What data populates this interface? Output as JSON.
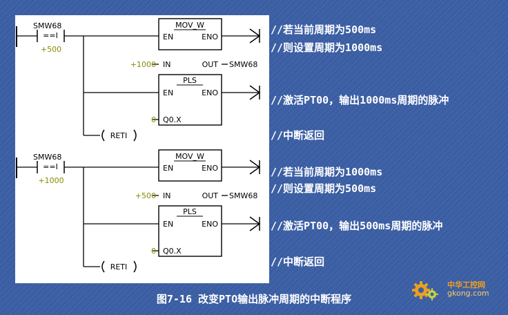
{
  "rungs": [
    {
      "contact_addr": "SMW68",
      "contact_op": "==I",
      "contact_const": "+500",
      "box1": {
        "title": "MOV_W",
        "en": "EN",
        "eno": "ENO",
        "in_label": "IN",
        "in_value": "+1000",
        "out_label": "OUT",
        "out_value": "SMW68"
      },
      "box2": {
        "title": "PLS",
        "en": "EN",
        "eno": "ENO",
        "q_label": "Q0.X",
        "q_value": "0"
      },
      "reti": "RETI",
      "comments": [
        "//若当前周期为500ms",
        "//则设置周期为1000ms",
        "//激活PT00，输出1000ms周期的脉冲",
        "//中断返回"
      ]
    },
    {
      "contact_addr": "SMW68",
      "contact_op": "==I",
      "contact_const": "+1000",
      "box1": {
        "title": "MOV_W",
        "en": "EN",
        "eno": "ENO",
        "in_label": "IN",
        "in_value": "+500",
        "out_label": "OUT",
        "out_value": "SMW68"
      },
      "box2": {
        "title": "PLS",
        "en": "EN",
        "eno": "ENO",
        "q_label": "Q0.X",
        "q_value": "0"
      },
      "reti": "RETI",
      "comments": [
        "//若当前周期为1000ms",
        "//则设置周期为500ms",
        "//激活PT00，输出500ms周期的脉冲",
        "//中断返回"
      ]
    }
  ],
  "caption": "图7-16  改变PTO输出脉冲周期的中断程序",
  "watermark": {
    "title": "中华工控网",
    "url": "gkong.com",
    "icon": "gear-icon"
  },
  "colors": {
    "background": "#3a5ea6",
    "panel": "#ffffff",
    "constant": "#8a8a00",
    "text": "#ffffff"
  }
}
